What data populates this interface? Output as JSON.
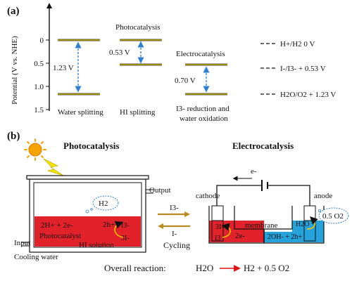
{
  "panel_a": {
    "tag": "(a)",
    "y_axis_label": "Potential (V vs. NHE)",
    "y_ticks": [
      "0",
      "0.5",
      "1.0",
      "1.5"
    ],
    "scenarios": [
      {
        "title": "",
        "caption": "Water splitting",
        "gap_label": "1.23 V",
        "upper_V": 0.0,
        "lower_V": 1.23
      },
      {
        "title": "Photocatalysis",
        "caption": "HI splitting",
        "gap_label": "0.53 V",
        "upper_V": 0.0,
        "lower_V": 0.53
      },
      {
        "title": "Electrocatalysis",
        "caption_line1": "I3- reduction and",
        "caption_line2": "water oxidation",
        "gap_label": "0.70 V",
        "upper_V": 0.53,
        "lower_V": 1.23
      }
    ],
    "legend": [
      "H+/H2 0 V",
      "I-/I3- + 0.53 V",
      "H2O/O2 + 1.23 V"
    ]
  },
  "panel_b": {
    "tag": "(b)",
    "photo_title": "Photocatalysis",
    "electro_title": "Electrocatalysis",
    "output_label": "Output",
    "input_label": "Input",
    "cooling_label": "Cooling water",
    "h2_bubble": "H2",
    "reaction_left": "2H+ + 2e-",
    "photocatalyst_label": "Photocatalyst",
    "hi_solution_label": "HI solution",
    "hole_label": "2h+",
    "i3_label": "I3-",
    "i_minus_3_label": "3I-",
    "shuttle_i3": "I3-",
    "shuttle_i": "I-",
    "cycling_label": "Cycling",
    "electron_label": "e-",
    "cathode_label": "cathode",
    "anode_label": "anode",
    "membrane_label": "membrane",
    "cathode_3i": "3I-",
    "cathode_i3": "I3",
    "cathode_2e": "2e-",
    "anode_reaction": "2OH- + 2h+",
    "anode_h2o": "H2O",
    "o2_bubble": "0.5 O2",
    "overall_prefix": "Overall reaction:",
    "overall_reactant": "H2O",
    "overall_products": "H2 + 0.5 O2"
  },
  "colors": {
    "level_line": "#c8b400",
    "gap_arrow": "#2e7fd0",
    "red_solution": "#e2222b",
    "blue_solution": "#25a2da",
    "shuttle_arrow": "#b88a20",
    "overall_text": "#e01010",
    "sun": "#f4a300"
  }
}
